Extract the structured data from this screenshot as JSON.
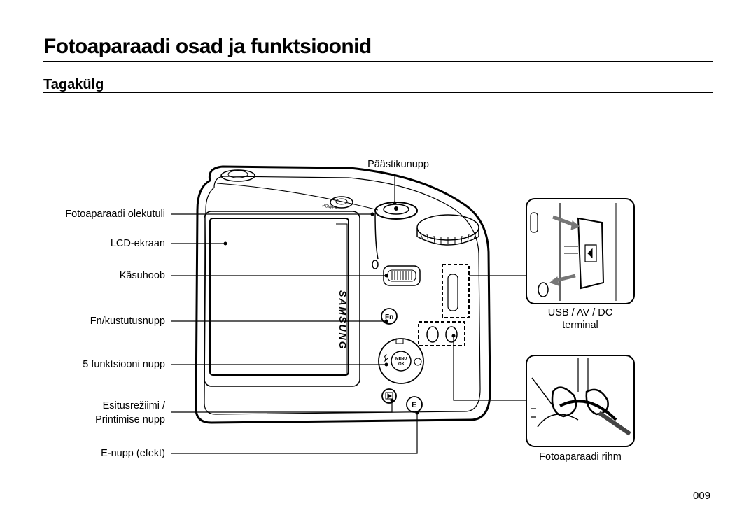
{
  "page": {
    "title": "Fotoaparaadi osad ja funktsioonid",
    "subtitle": "Tagakülg",
    "page_number": "009"
  },
  "labels": {
    "shutter": "Päästikunupp",
    "status_lamp": "Fotoaparaadi olekutuli",
    "lcd": "LCD-ekraan",
    "zoom": "Käsuhoob",
    "fn_delete": "Fn/kustutusnupp",
    "five_function": "5 funktsiooni nupp",
    "playback_line1": "Esitusrežiimi /",
    "playback_line2": "Printimise nupp",
    "e_button": "E-nupp (efekt)",
    "usb_line1": "USB / AV / DC",
    "usb_line2": "terminal",
    "strap": "Fotoaparaadi rihm"
  },
  "camera_text": {
    "brand": "SAMSUNG",
    "power": "POWER",
    "fn": "Fn",
    "menu": "MENU",
    "ok": "OK",
    "e": "E"
  }
}
